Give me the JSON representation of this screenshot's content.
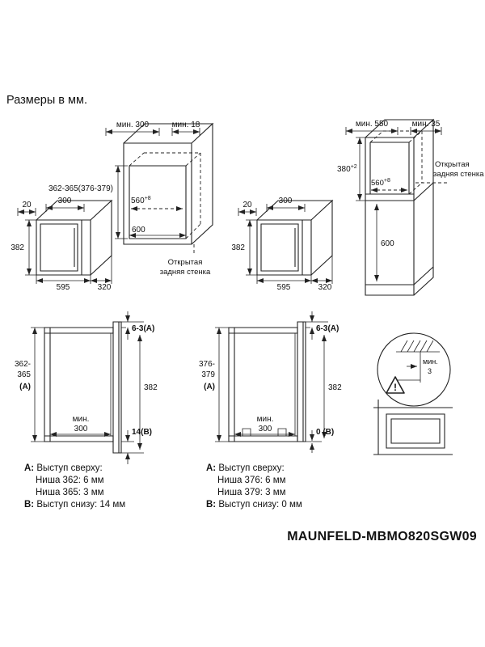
{
  "page": {
    "title": "Размеры в мм.",
    "model": "MAUNFELD-MBMO820SGW09"
  },
  "cabinet_left": {
    "dim_min_depth": "мин. 300",
    "dim_min_back": "мин. 18",
    "dim_niche_height": "362-365(376-379)",
    "dim_depth_base": "560",
    "dim_depth_sup": "+8",
    "dim_width": "600",
    "note_line1": "Открытая",
    "note_line2": "задняя стенка"
  },
  "oven": {
    "dim_top_depth": "300",
    "dim_gap": "20",
    "dim_height": "382",
    "dim_width": "595",
    "dim_depth": "320"
  },
  "cabinet_right": {
    "dim_min_depth": "мин. 550",
    "dim_min_back": "мин. 35",
    "dim_niche_base": "380",
    "dim_niche_sup": "+2",
    "dim_depth_base": "560",
    "dim_depth_sup": "+8",
    "dim_lower_height": "600",
    "note_line1": "Открытая",
    "note_line2": "задняя стенка"
  },
  "front_view_1": {
    "dim_top_gap": "6-3(A)",
    "dim_height": "382",
    "dim_bottom_gap": "14(B)",
    "niche_line1": "362-",
    "niche_line2": "365",
    "niche_line3": "(A)",
    "width_line1": "мин.",
    "width_line2": "300"
  },
  "front_view_2": {
    "dim_top_gap": "6-3(A)",
    "dim_height": "382",
    "dim_bottom_gap": "0 (B)",
    "niche_line1": "376-",
    "niche_line2": "379",
    "niche_line3": "(A)",
    "width_line1": "мин.",
    "width_line2": "300"
  },
  "detail": {
    "gap_line1": "мин.",
    "gap_line2": "3",
    "warning_mark": "!"
  },
  "notes_left": {
    "a_label": "A:",
    "a_text": "Выступ сверху:",
    "row1": "Ниша 362: 6 мм",
    "row2": "Ниша 365: 3 мм",
    "b_label": "B:",
    "b_text": "Выступ снизу: 14 мм"
  },
  "notes_right": {
    "a_label": "A:",
    "a_text": "Выступ сверху:",
    "row1": "Ниша 376: 6 мм",
    "row2": "Ниша 379: 3 мм",
    "b_label": "B:",
    "b_text": "Выступ снизу: 0 мм"
  }
}
